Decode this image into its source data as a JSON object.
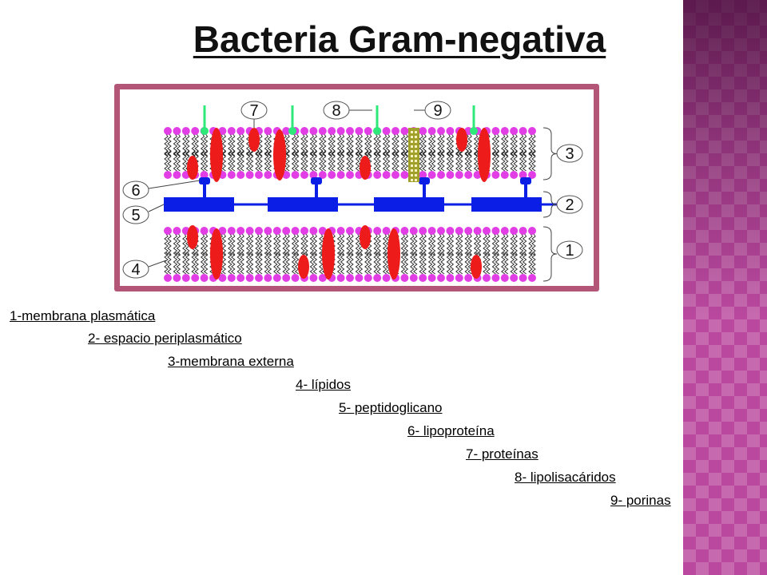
{
  "title": "Bacteria Gram-negativa",
  "diagram": {
    "callouts": [
      "1",
      "2",
      "3",
      "4",
      "5",
      "6",
      "7",
      "8",
      "9"
    ],
    "colors": {
      "lipid_head": "#e23ee6",
      "protein": "#ee1b1b",
      "peptidoglycan": "#0a1ee6",
      "lps_marker": "#2ee87a",
      "porin": "#a1a02a",
      "frame": "#b25576"
    }
  },
  "legend": [
    "1-membrana plasmática",
    "2- espacio periplasmático",
    "3-membrana externa",
    "4- lípidos",
    "5- peptidoglicano",
    "6- lipoproteína",
    "7- proteínas",
    "8- lipolisacáridos",
    "9- porinas"
  ]
}
